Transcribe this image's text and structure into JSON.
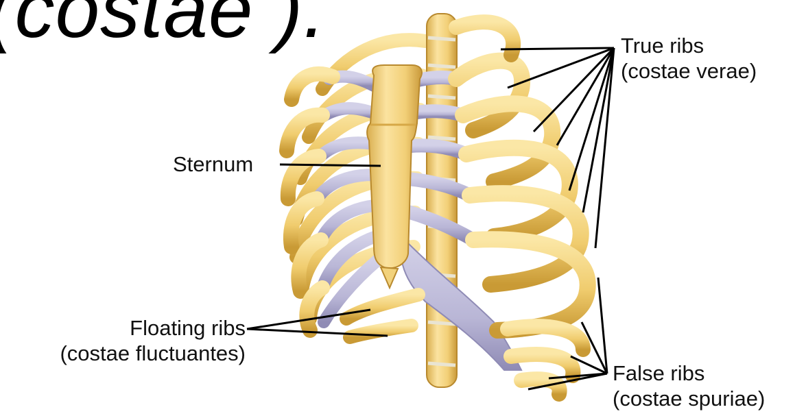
{
  "heading": {
    "text": "(costae )."
  },
  "labels": {
    "true_ribs": {
      "name": "True ribs",
      "latin": "(costae verae)"
    },
    "sternum": {
      "name": "Sternum"
    },
    "floating_ribs": {
      "name": "Floating ribs",
      "latin": "(costae fluctuantes)"
    },
    "false_ribs": {
      "name": "False ribs",
      "latin": "(costae spuriae)"
    }
  },
  "colors": {
    "bone": "#F0CC6E",
    "bone_shadow": "#C99A35",
    "bone_highlight": "#FBE7A6",
    "cartilage": "#B9B6D6",
    "cartilage_shadow": "#8F8BB5",
    "leader_line": "#000000"
  }
}
